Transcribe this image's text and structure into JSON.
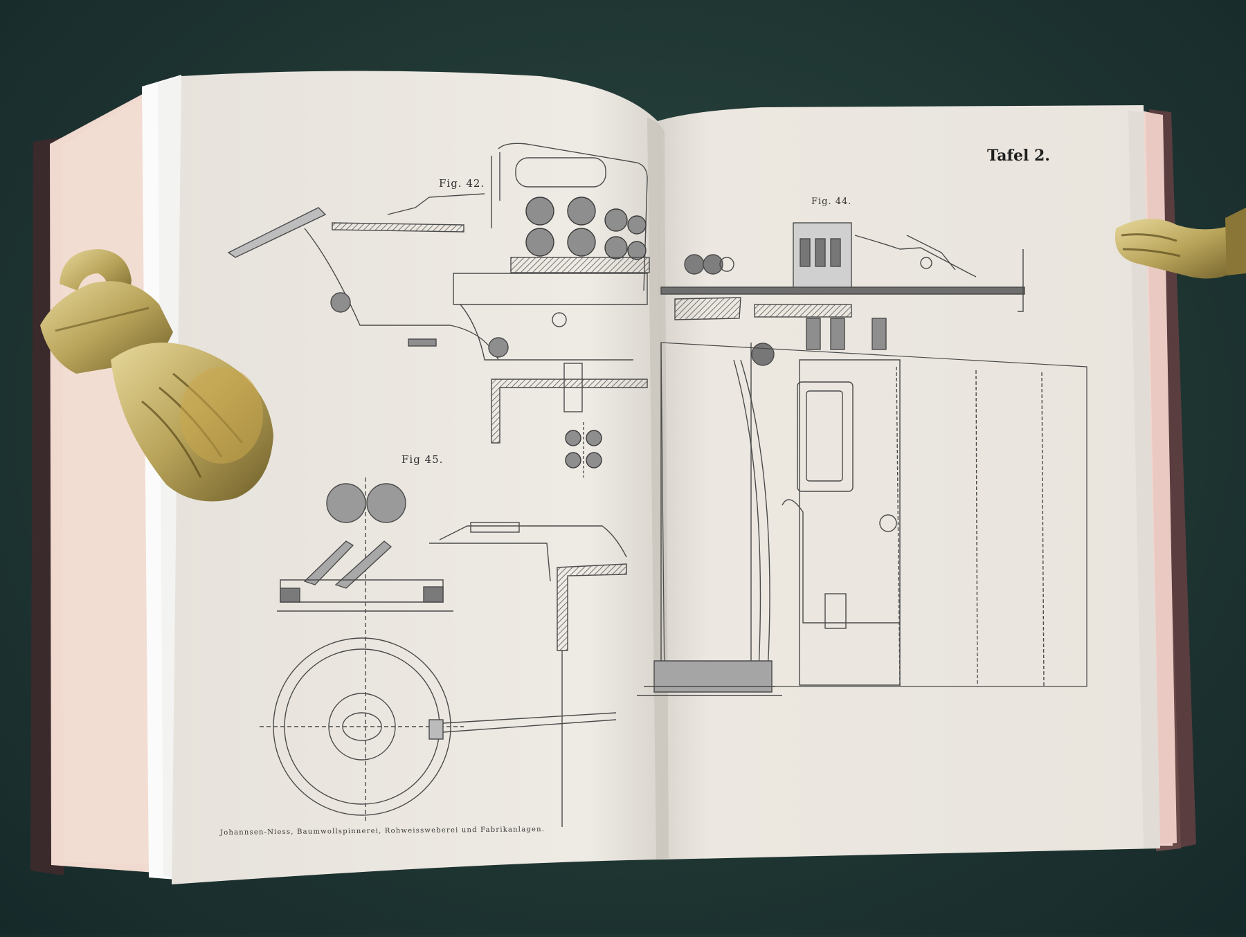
{
  "left_page": {
    "fig42_caption": "Fig. 42.",
    "fig45_caption": "Fig 45.",
    "footer": "Johannsen-Niess, Baumwollspinnerei, Rohweissweberei und Fabrikanlagen."
  },
  "right_page": {
    "plate_title": "Tafel 2.",
    "fig44_caption": "Fig. 44."
  },
  "colors": {
    "table_cloth": "#203733",
    "paper": "#eeeae3",
    "ink": "#3a3a3a",
    "brass": "#b9a45a"
  }
}
